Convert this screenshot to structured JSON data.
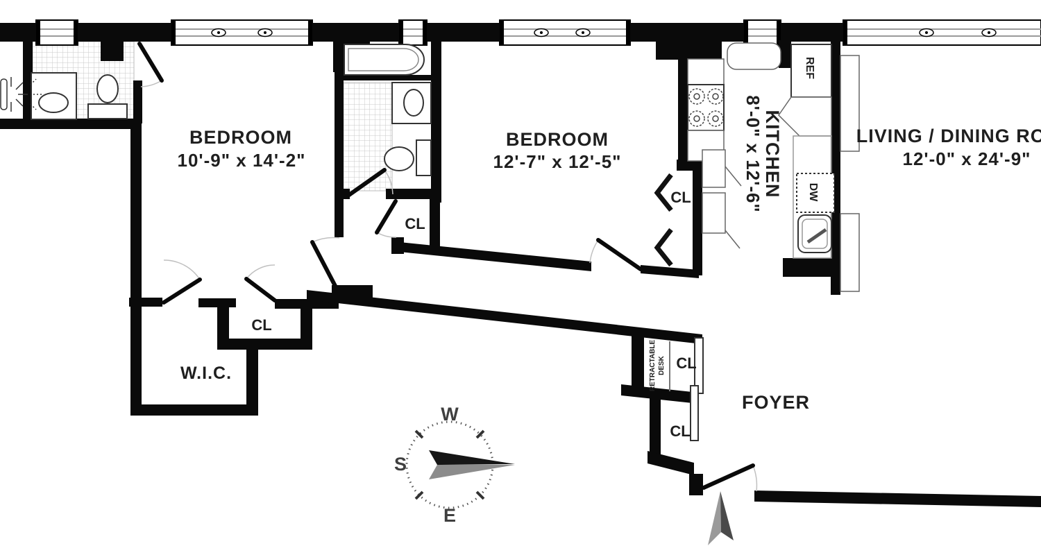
{
  "floorplan": {
    "rooms": {
      "bedroom1": {
        "name": "BEDROOM",
        "dims": "10'-9\" x 14'-2\""
      },
      "bedroom2": {
        "name": "BEDROOM",
        "dims": "12'-7\" x 12'-5\""
      },
      "kitchen": {
        "name": "KITCHEN",
        "dims": "8'-0\" x 12'-6\""
      },
      "living_dining": {
        "name": "LIVING / DINING ROOM",
        "dims": "12'-0\" x 24'-9\""
      },
      "foyer": {
        "name": "FOYER"
      },
      "walk_in_closet": {
        "name": "W.I.C."
      }
    },
    "closet_label": "CL",
    "appliances": {
      "refrigerator": "REF",
      "dishwasher": "DW"
    },
    "desk": {
      "line1": "RETRACTABLE",
      "line2": "DESK"
    },
    "compass": {
      "west": "W",
      "south": "S",
      "east": "E"
    },
    "colors": {
      "walls": "#0a0a0a",
      "labels": "#1f1f1f",
      "compass_needle_dark": "#161616",
      "compass_needle_light": "#8c8c8c",
      "entry_arrow_dark": "#4a4a4a",
      "entry_arrow_light": "#9a9a9a",
      "background": "#ffffff"
    }
  }
}
